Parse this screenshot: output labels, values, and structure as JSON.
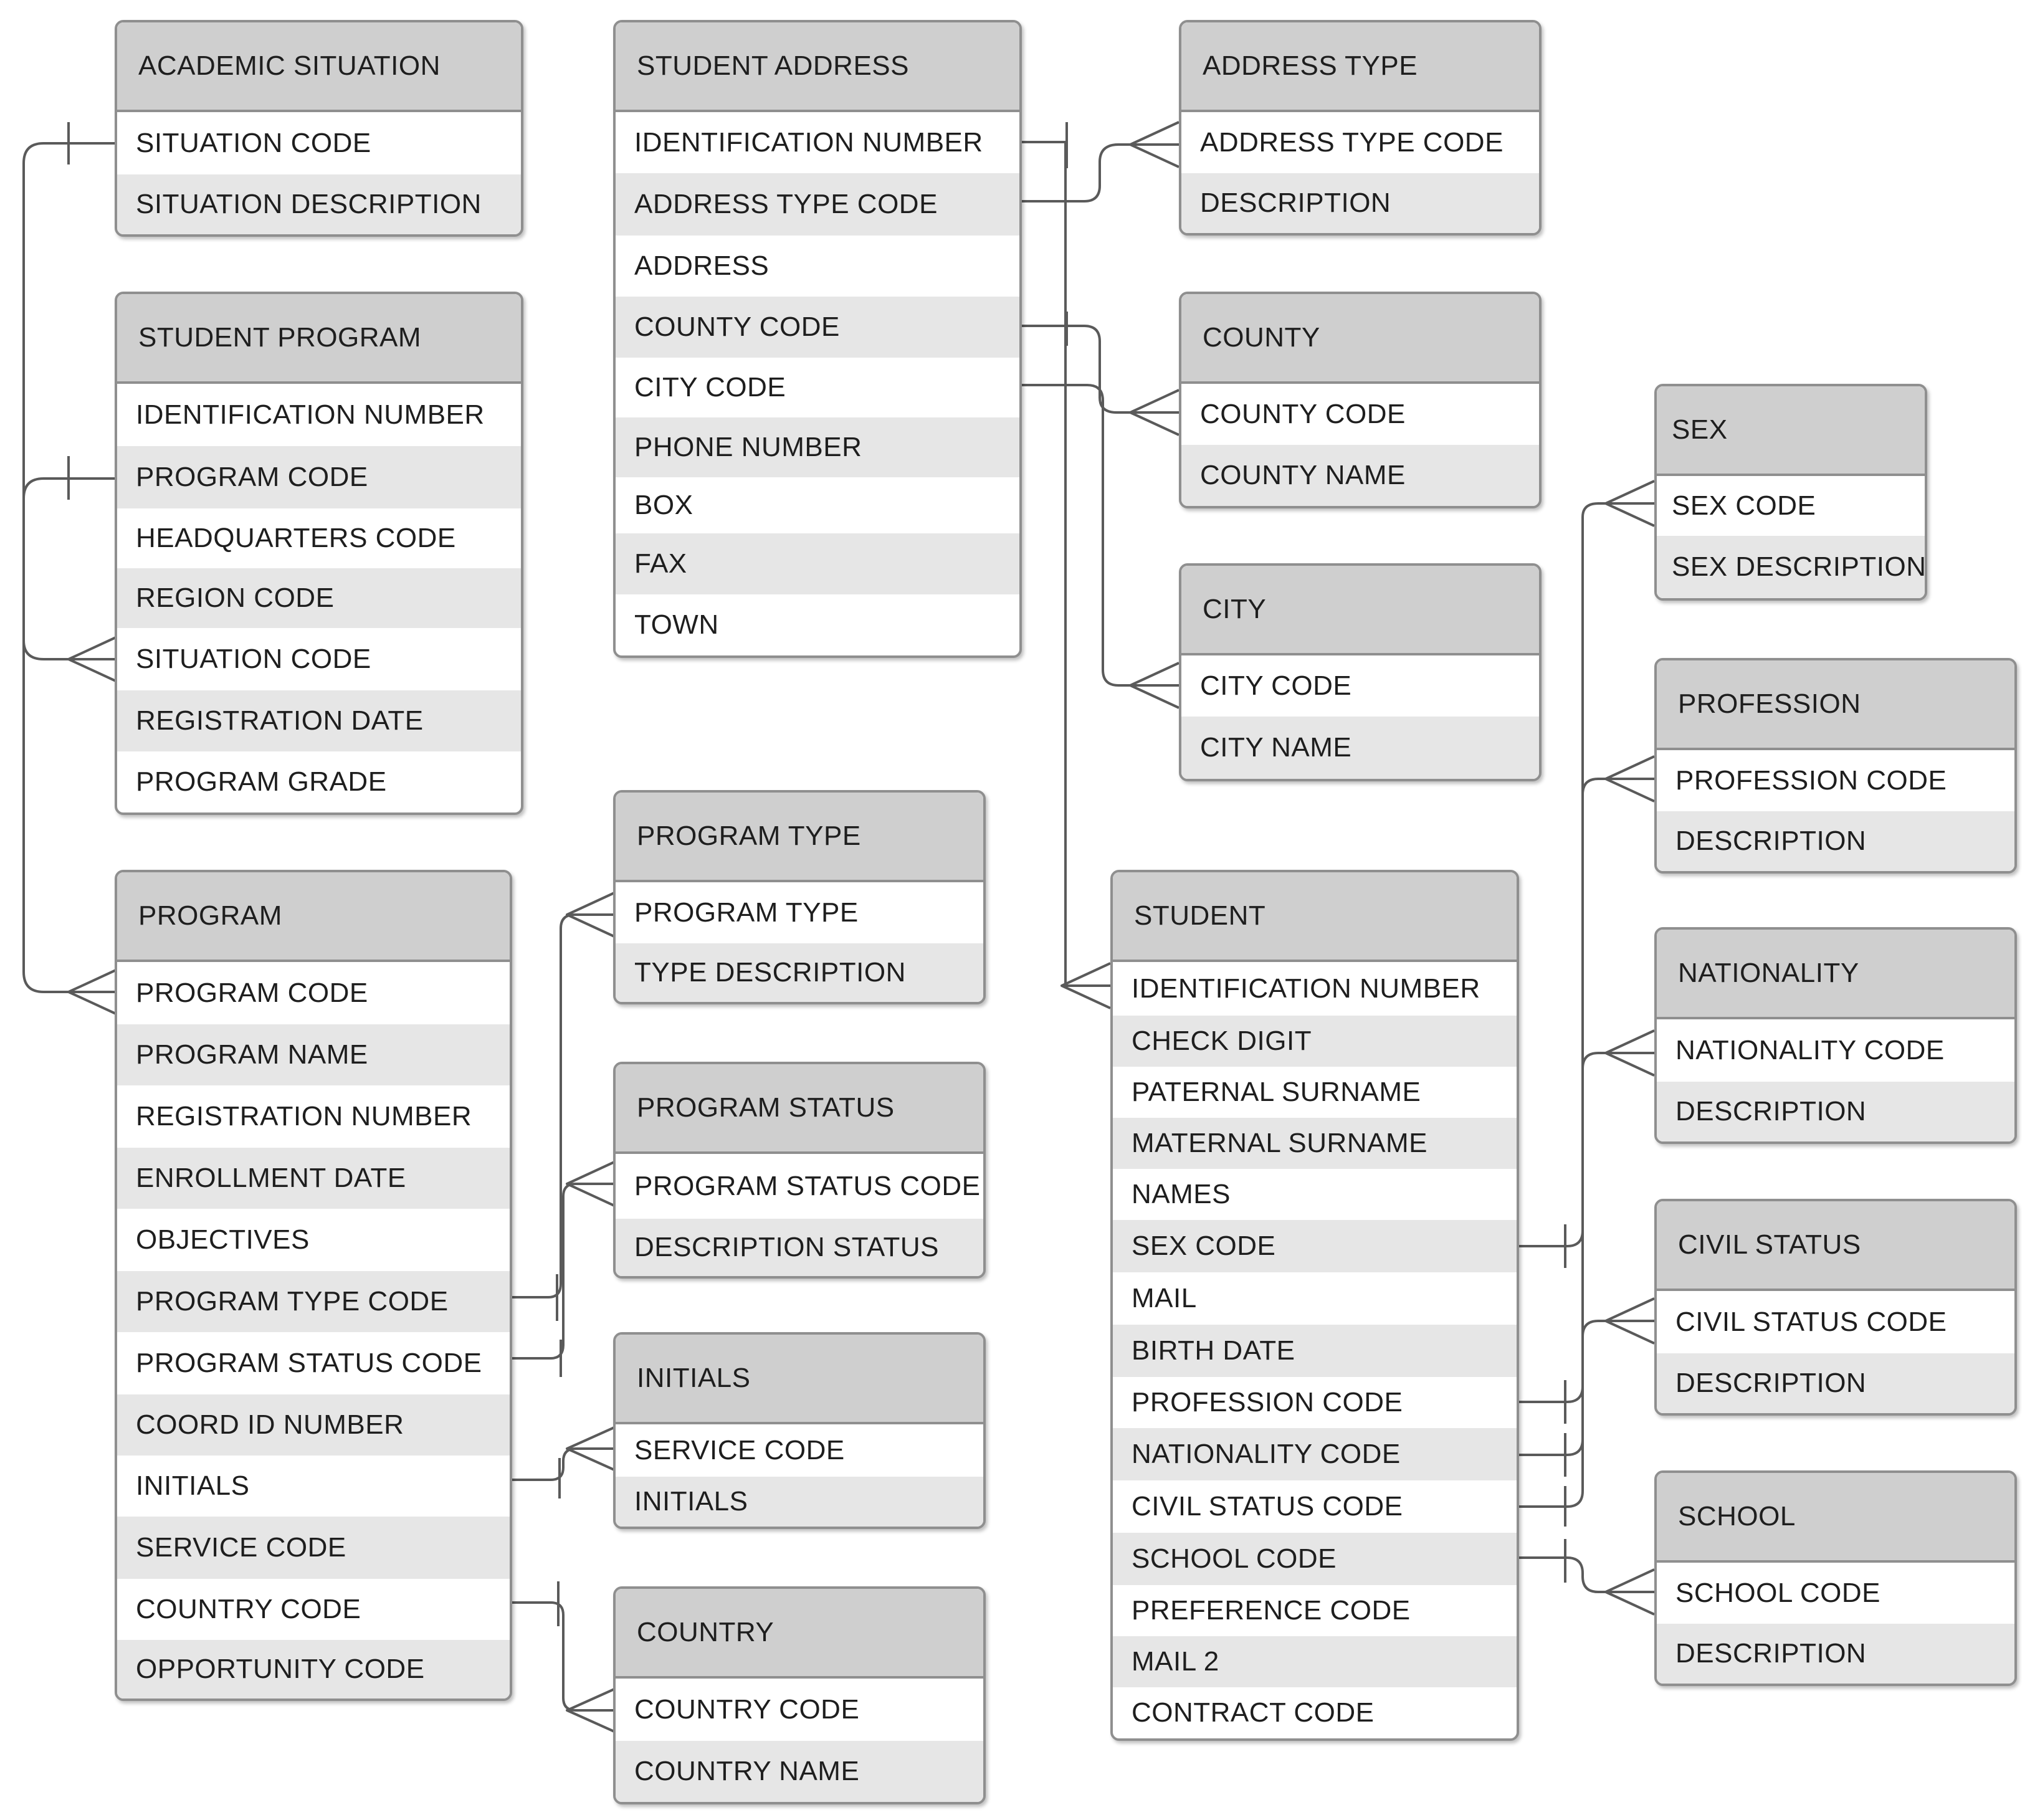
{
  "colors": {
    "header": "#cfcfcf",
    "alt_row": "#e6e6e6",
    "border": "#8f8f8f",
    "line": "#5a5a5a"
  },
  "entities": {
    "academic_situation": {
      "title": "ACADEMIC SITUATION",
      "fields": [
        "SITUATION CODE",
        "SITUATION DESCRIPTION"
      ]
    },
    "student_program": {
      "title": "STUDENT PROGRAM",
      "fields": [
        "IDENTIFICATION NUMBER",
        "PROGRAM CODE",
        "HEADQUARTERS CODE",
        "REGION CODE",
        "SITUATION CODE",
        "REGISTRATION DATE",
        "PROGRAM GRADE"
      ]
    },
    "program": {
      "title": "PROGRAM",
      "fields": [
        "PROGRAM CODE",
        "PROGRAM NAME",
        "REGISTRATION NUMBER",
        "ENROLLMENT DATE",
        "OBJECTIVES",
        "PROGRAM TYPE CODE",
        "PROGRAM STATUS CODE",
        "COORD ID NUMBER",
        "INITIALS",
        "SERVICE CODE",
        "COUNTRY CODE",
        "OPPORTUNITY CODE"
      ]
    },
    "student_address": {
      "title": "STUDENT ADDRESS",
      "fields": [
        "IDENTIFICATION NUMBER",
        "ADDRESS TYPE CODE",
        "ADDRESS",
        "COUNTY CODE",
        "CITY CODE",
        "PHONE NUMBER",
        "BOX",
        "FAX",
        "TOWN"
      ]
    },
    "program_type": {
      "title": "PROGRAM TYPE",
      "fields": [
        "PROGRAM TYPE",
        "TYPE DESCRIPTION"
      ]
    },
    "program_status": {
      "title": "PROGRAM STATUS",
      "fields": [
        "PROGRAM STATUS CODE",
        "DESCRIPTION STATUS"
      ]
    },
    "initials": {
      "title": "INITIALS",
      "fields": [
        "SERVICE CODE",
        "INITIALS"
      ]
    },
    "country": {
      "title": "COUNTRY",
      "fields": [
        "COUNTRY CODE",
        "COUNTRY NAME"
      ]
    },
    "address_type": {
      "title": "ADDRESS TYPE",
      "fields": [
        "ADDRESS TYPE CODE",
        "DESCRIPTION"
      ]
    },
    "county": {
      "title": "COUNTY",
      "fields": [
        "COUNTY CODE",
        "COUNTY NAME"
      ]
    },
    "city": {
      "title": "CITY",
      "fields": [
        "CITY CODE",
        "CITY NAME"
      ]
    },
    "student": {
      "title": "STUDENT",
      "fields": [
        "IDENTIFICATION NUMBER",
        "CHECK DIGIT",
        "PATERNAL SURNAME",
        "MATERNAL SURNAME",
        "NAMES",
        "SEX CODE",
        "MAIL",
        "BIRTH DATE",
        "PROFESSION CODE",
        "NATIONALITY CODE",
        "CIVIL STATUS CODE",
        "SCHOOL CODE",
        "PREFERENCE CODE",
        "MAIL 2",
        "CONTRACT CODE"
      ]
    },
    "sex": {
      "title": "SEX",
      "fields": [
        "SEX CODE",
        "SEX DESCRIPTION"
      ]
    },
    "profession": {
      "title": "PROFESSION",
      "fields": [
        "PROFESSION CODE",
        "DESCRIPTION"
      ]
    },
    "nationality": {
      "title": "NATIONALITY",
      "fields": [
        "NATIONALITY CODE",
        "DESCRIPTION"
      ]
    },
    "civil_status": {
      "title": "CIVIL STATUS",
      "fields": [
        "CIVIL STATUS CODE",
        "DESCRIPTION"
      ]
    },
    "school": {
      "title": "SCHOOL",
      "fields": [
        "SCHOOL CODE",
        "DESCRIPTION"
      ]
    }
  }
}
